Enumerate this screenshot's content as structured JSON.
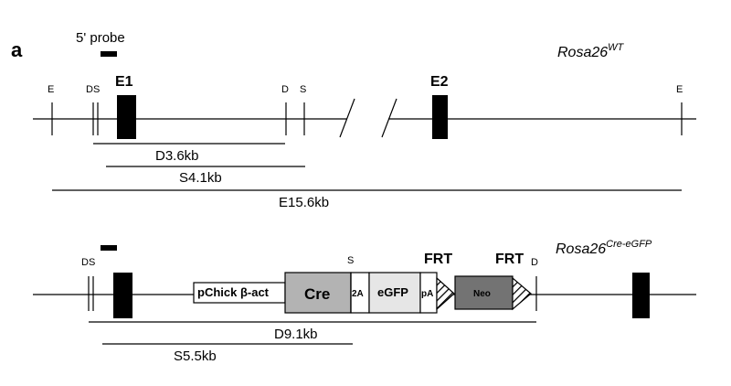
{
  "panel_label": "a",
  "probe_label": "5' probe",
  "wt": {
    "allele_base": "Rosa26",
    "allele_sup": "WT",
    "site_E_left": "E",
    "site_DS": "DS",
    "exon1": "E1",
    "site_D": "D",
    "site_S": "S",
    "exon2": "E2",
    "site_E_right": "E",
    "fragment_D": "D3.6kb",
    "fragment_S": "S4.1kb",
    "fragment_E": "E15.6kb"
  },
  "cre": {
    "allele_base": "Rosa26",
    "allele_sup": "Cre-eGFP",
    "site_DS": "DS",
    "site_S": "S",
    "frt_left": "FRT",
    "frt_right": "FRT",
    "site_D": "D",
    "promoter": "pChick β-act",
    "cre": "Cre",
    "t2a": "2A",
    "egfp": "eGFP",
    "pa": "pA",
    "neo": "Neo",
    "fragment_D": "D9.1kb",
    "fragment_S": "S5.5kb"
  },
  "colors": {
    "cre_box": "#b3b3b3",
    "neo_box": "#737373",
    "egfp_box": "#e6e6e6",
    "exon": "#000000"
  }
}
